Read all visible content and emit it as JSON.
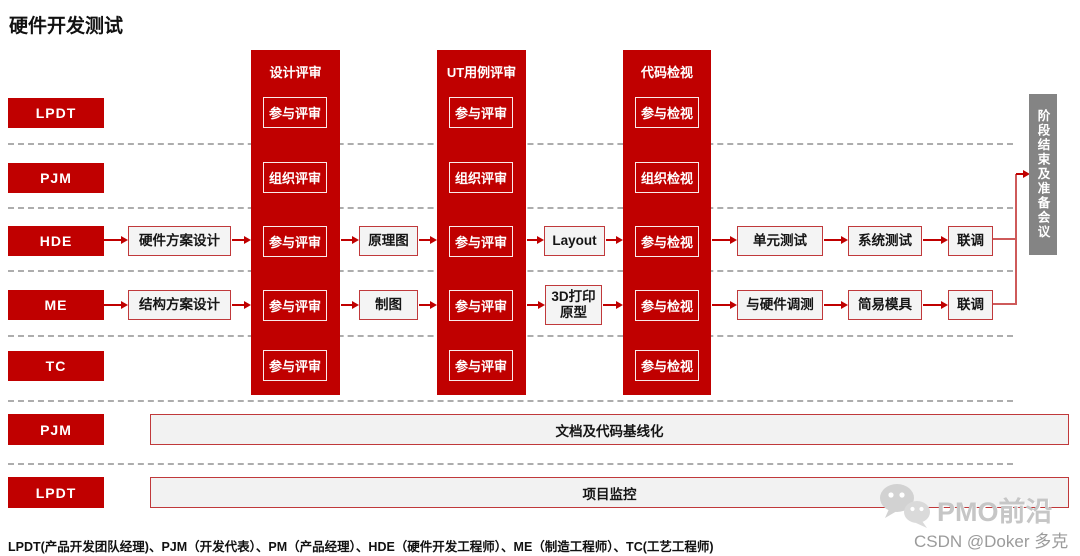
{
  "page_title": "硬件开发测试",
  "colors": {
    "primary_red": "#C00000",
    "stage_gray": "#848484",
    "step_fill": "#F4F4F4",
    "divider_gray": "#ADADAD",
    "watermark_gray": "#C6C6C6"
  },
  "roles": [
    {
      "label": "LPDT"
    },
    {
      "label": "PJM"
    },
    {
      "label": "HDE"
    },
    {
      "label": "ME"
    },
    {
      "label": "TC"
    },
    {
      "label": "PJM"
    },
    {
      "label": "LPDT"
    }
  ],
  "review_columns": [
    {
      "title": "设计评审",
      "cells": [
        "参与评审",
        "组织评审",
        "参与评审",
        "参与评审",
        "参与评审"
      ]
    },
    {
      "title": "UT用例评审",
      "cells": [
        "参与评审",
        "组织评审",
        "参与评审",
        "参与评审",
        "参与评审"
      ]
    },
    {
      "title": "代码检视",
      "cells": [
        "参与检视",
        "组织检视",
        "参与检视",
        "参与检视",
        "参与检视"
      ]
    }
  ],
  "hde_flow": {
    "steps": [
      "硬件方案设计",
      "原理图",
      "Layout",
      "单元测试",
      "系统测试",
      "联调"
    ]
  },
  "me_flow": {
    "steps": [
      "结构方案设计",
      "制图",
      "3D打印原型",
      "与硬件调测",
      "简易模具",
      "联调"
    ]
  },
  "pjm_bar_label": "文档及代码基线化",
  "lpdt_bar_label": "项目监控",
  "stage_gate_label": "阶段结束及准备会议",
  "legend_text": "LPDT(产品开发团队经理)、PJM（开发代表）、PM（产品经理）、HDE（硬件开发工程师）、ME（制造工程师）、TC(工艺工程师)",
  "watermark": {
    "brand": "PMO前沿",
    "credit": "CSDN @Doker 多克",
    "icon": "wechat-chat-bubbles"
  }
}
